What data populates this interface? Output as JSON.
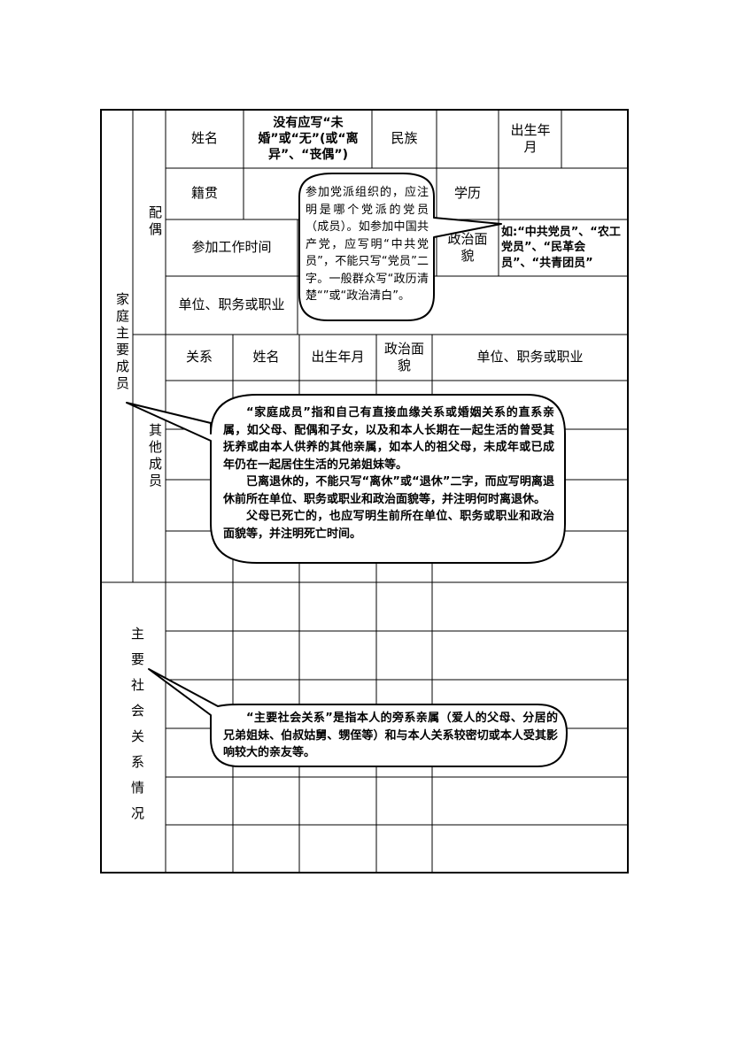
{
  "side": {
    "family": "家庭主要成员",
    "spouse": "配偶",
    "others": "其他成员",
    "social": "主要社会关系情况"
  },
  "spouse": {
    "name_label": "姓名",
    "name_note": "没有应写“未婚”或“无”(或“离异”、“丧偶”)",
    "ethnicity_label": "民族",
    "birth_label": "出生年月",
    "native_label": "籍贯",
    "education_label": "学历",
    "work_time_label": "参加工作时间",
    "political_label": "政治面貌",
    "political_example": "如:“中共党员”、“农工党员”、“民革会员”、“共青团员”",
    "unit_label": "单位、职务或职业"
  },
  "others_header": {
    "relation": "关系",
    "name": "姓名",
    "birth": "出生年月",
    "political": "政治面貌",
    "unit": "单位、职务或职业"
  },
  "callouts": {
    "party": "参加党派组织的，应注明是哪个党派的党员（成员）。如参加中国共产党，应写明“中共党员”，不能只写“党员”二字。一般群众写“政历清楚“”或“政治清白”。",
    "family_p1": "“家庭成员”指和自己有直接血缘关系或婚姻关系的直系亲属，如父母、配偶和子女，以及和本人长期在一起生活的曾受其抚养或由本人供养的其他亲属，如本人的祖父母，未成年或已成年仍在一起居住生活的兄弟姐妹等。",
    "family_p2": "已离退休的，不能只写“离休”或“退休”二字，而应写明离退休前所在单位、职务或职业和政治面貌等，并注明何时离退休。",
    "family_p3": "父母已死亡的，也应写明生前所在单位、职务或职业和政治面貌等，并注明死亡时间。",
    "social": "“主要社会关系”是指本人的旁系亲属（爱人的父母、分居的兄弟姐妹、伯叔姑舅、甥侄等）和与本人关系较密切或本人受其影响较大的亲友等。"
  }
}
